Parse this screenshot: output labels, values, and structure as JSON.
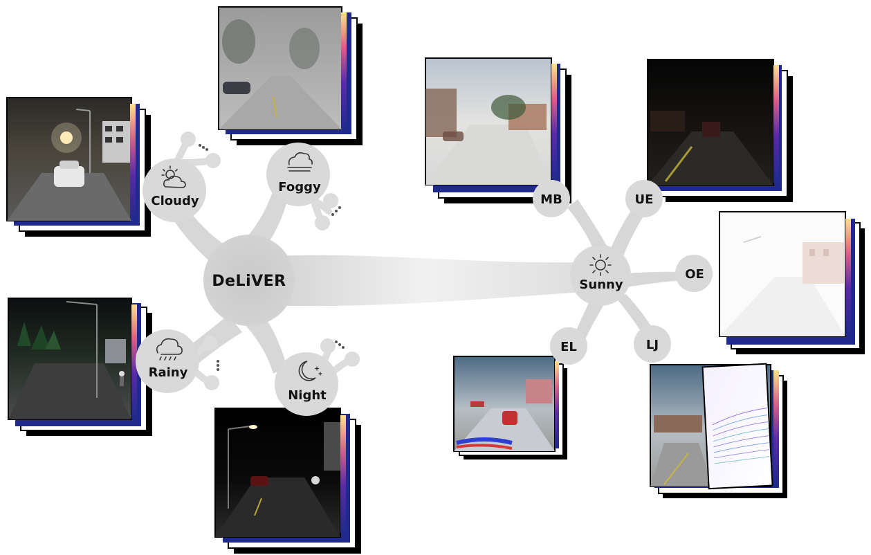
{
  "center": {
    "label": "DeLiVER"
  },
  "conditions": [
    {
      "id": "cloudy",
      "label": "Cloudy",
      "icon": "cloud-sun-icon"
    },
    {
      "id": "foggy",
      "label": "Foggy",
      "icon": "fog-cloud-icon"
    },
    {
      "id": "rainy",
      "label": "Rainy",
      "icon": "rain-cloud-icon"
    },
    {
      "id": "night",
      "label": "Night",
      "icon": "moon-stars-icon"
    },
    {
      "id": "sunny",
      "label": "Sunny",
      "icon": "sun-icon"
    }
  ],
  "sensor_failures": [
    {
      "id": "mb",
      "label": "MB"
    },
    {
      "id": "ue",
      "label": "UE"
    },
    {
      "id": "oe",
      "label": "OE"
    },
    {
      "id": "el",
      "label": "EL"
    },
    {
      "id": "lj",
      "label": "LJ"
    }
  ],
  "colors": {
    "node_fill": "#d9d9d9",
    "hub_fill": "#c8c8c8",
    "stack_navy": "#1f2a8c",
    "stack_black": "#000000",
    "label_text": "#111111"
  }
}
